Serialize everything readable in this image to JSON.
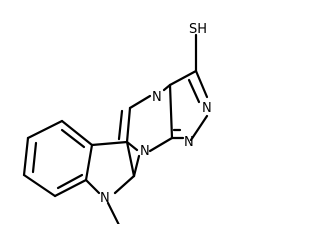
{
  "molecule": {
    "atom_labels": {
      "thiol": "SH",
      "n_bridge": "N",
      "n_triazole_a": "N",
      "n_triazole_b": "N",
      "n_triazine": "N",
      "n_indole": "N"
    },
    "bond_color": "#000000",
    "background_color": "#ffffff"
  }
}
